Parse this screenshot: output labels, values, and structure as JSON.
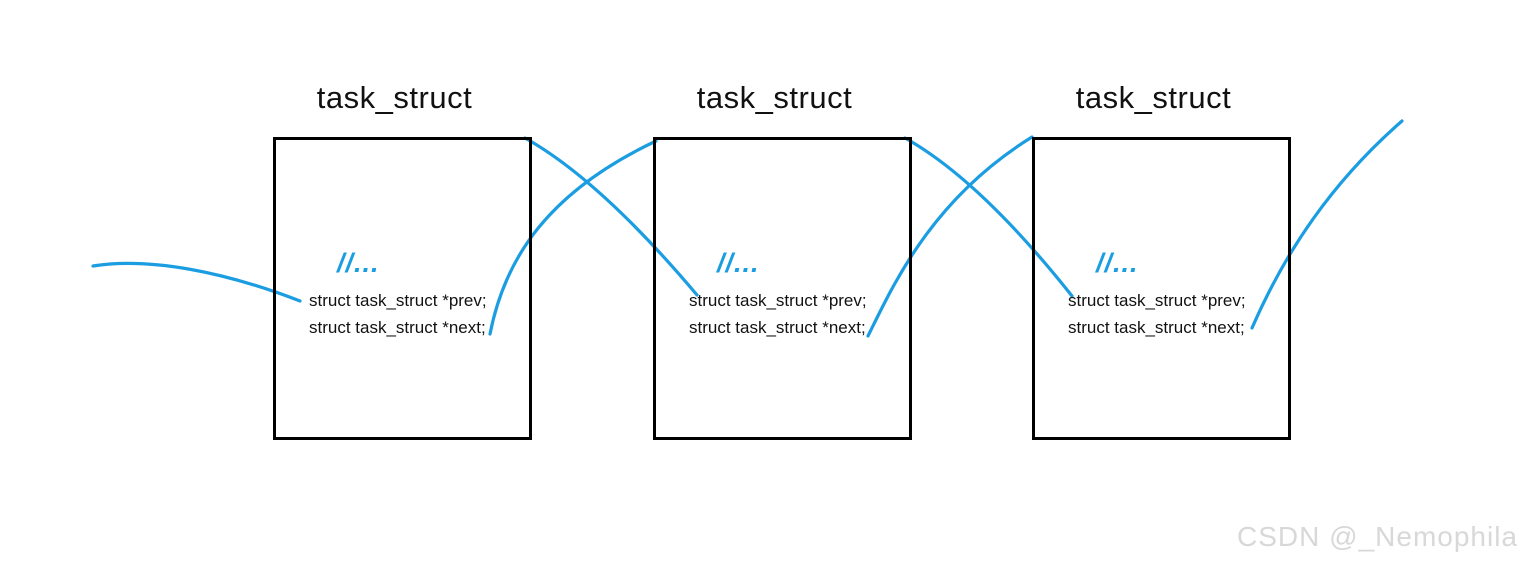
{
  "diagram": {
    "boxes": [
      {
        "title": "task_struct",
        "comment": "//...",
        "fields": [
          "struct task_struct *prev;",
          "struct task_struct *next;"
        ]
      },
      {
        "title": "task_struct",
        "comment": "//...",
        "fields": [
          "struct task_struct *prev;",
          "struct task_struct *next;"
        ]
      },
      {
        "title": "task_struct",
        "comment": "//...",
        "fields": [
          "struct task_struct *prev;",
          "struct task_struct *next;"
        ]
      }
    ],
    "connector_color": "#1B9DE2",
    "box_border_color": "#000000",
    "watermark": "CSDN @_Nemophila"
  }
}
